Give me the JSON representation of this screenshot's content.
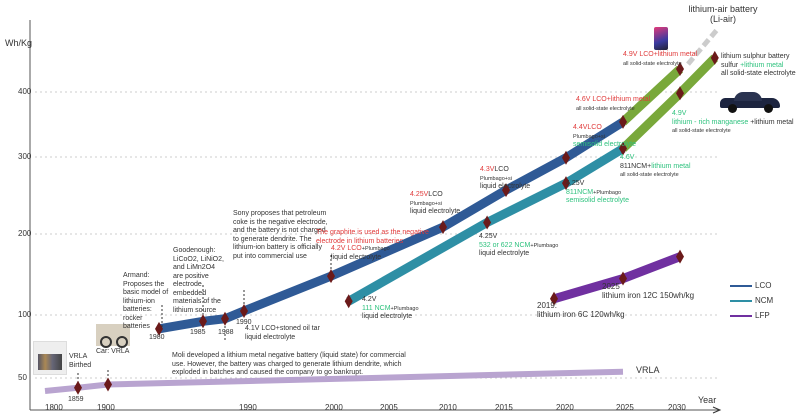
{
  "axes": {
    "y_label": "Wh/Kg",
    "x_label": "Year",
    "y_ticks": [
      "400",
      "300",
      "200",
      "100",
      "50"
    ],
    "x_ticks": [
      "1800",
      "1900",
      "1990",
      "2000",
      "2005",
      "2010",
      "2015",
      "2020",
      "2025",
      "2030"
    ]
  },
  "colors": {
    "LCO": "#2f5a96",
    "NCM": "#2e8fa5",
    "LFP": "#7030a0",
    "VRLA": "#b9a4d0",
    "future": "#79a83a",
    "marker": "#6b1a1a",
    "red": "#e03a3a",
    "green": "#2ec27e"
  },
  "legend": [
    {
      "name": "LCO"
    },
    {
      "name": "NCM"
    },
    {
      "name": "LFP"
    }
  ],
  "vrla_label": "VRLA",
  "year_labels": {
    "y1859": "1859",
    "y1980": "1980",
    "y1985": "1985",
    "y1988": "1988",
    "y1990": "1990"
  },
  "chart_data": {
    "type": "line",
    "ylabel": "Wh/Kg",
    "xlabel": "Year",
    "series": [
      {
        "name": "LCO",
        "points": [
          [
            1980,
            89
          ],
          [
            1985,
            95
          ],
          [
            1988,
            97
          ],
          [
            1990,
            105
          ],
          [
            2000,
            148
          ],
          [
            2010,
            209
          ],
          [
            2015,
            257
          ],
          [
            2020,
            299
          ],
          [
            2025,
            354
          ],
          [
            2030,
            437
          ]
        ]
      },
      {
        "name": "NCM",
        "points": [
          [
            2001.5,
            117
          ],
          [
            2013.5,
            215
          ],
          [
            2020,
            266
          ],
          [
            2025,
            313
          ],
          [
            2030,
            398
          ],
          [
            2033,
            455
          ]
        ]
      },
      {
        "name": "LFP",
        "points": [
          [
            2019,
            120
          ],
          [
            2025,
            145
          ],
          [
            2030,
            172
          ]
        ]
      },
      {
        "name": "VRLA",
        "points": [
          [
            1800,
            42
          ],
          [
            1859,
            44
          ],
          [
            1900,
            46
          ],
          [
            2025,
            55
          ]
        ]
      }
    ],
    "lithium_air_trend": [
      [
        2030,
        445
      ],
      [
        2033,
        500
      ]
    ]
  },
  "annotations": [
    {
      "id": "vrla-birthed",
      "lines": [
        [
          {
            "t": "VRLA"
          }
        ],
        [
          {
            "t": "Birthed"
          }
        ]
      ]
    },
    {
      "id": "car-vrla",
      "lines": [
        [
          {
            "t": "Car: VRLA"
          }
        ]
      ]
    },
    {
      "id": "armand",
      "lines": [
        [
          {
            "t": "Armand:"
          }
        ],
        [
          {
            "t": "Proposes the basic model of lithium-ion batteries: rocker batteries"
          }
        ]
      ]
    },
    {
      "id": "goodenough",
      "lines": [
        [
          {
            "t": "Goodenough: LiCoO2, LiNiO2, and LiMn2O4 are positive electrode embedded materials of the lithium source"
          }
        ]
      ]
    },
    {
      "id": "sony",
      "lines": [
        [
          {
            "t": "Sony proposes that petroleum coke is the negative electrode, and the battery is not charged to generate dendrite. The lithium-ion battery is officially put into commercial use"
          }
        ]
      ]
    },
    {
      "id": "lco-41",
      "lines": [
        [
          {
            "t": "4.1V LCO+stoned oil tar"
          }
        ],
        [
          {
            "t": "liquid electrolyte"
          }
        ]
      ]
    },
    {
      "id": "moli",
      "lines": [
        [
          {
            "t": "Moli developed a lithium metal negative battery (liquid state) for commercial use. However, the battery was charged to generate lithium dendrite, which exploded in batches and caused the company to go bankrupt."
          }
        ]
      ]
    },
    {
      "id": "graphite",
      "lines": [
        [
          {
            "t": "The graphite is used as the negative electrode in lithium batteries",
            "c": "red"
          }
        ]
      ]
    },
    {
      "id": "lco-42",
      "lines": [
        [
          {
            "t": "4.2V LCO",
            "c": "red"
          },
          {
            "t": "+Plumbago",
            "s": 1
          }
        ],
        [
          {
            "t": "liquid electrolyte"
          }
        ]
      ]
    },
    {
      "id": "ncm-42",
      "lines": [
        [
          {
            "t": "4.2V"
          }
        ],
        [
          {
            "t": "111 NCM",
            "c": "green"
          },
          {
            "t": "+Plumbago",
            "s": 1
          }
        ],
        [
          {
            "t": "liquid electrolyte"
          }
        ]
      ]
    },
    {
      "id": "lco-425",
      "lines": [
        [
          {
            "t": "4.25V",
            "c": "red"
          },
          {
            "t": "LCO"
          }
        ],
        [
          {
            "t": "Plumbago+si",
            "s": 1
          }
        ],
        [
          {
            "t": "liquid electrolyte"
          }
        ]
      ]
    },
    {
      "id": "ncm-425",
      "lines": [
        [
          {
            "t": "4.25V"
          }
        ],
        [
          {
            "t": "532 or 622 NCM",
            "c": "green"
          },
          {
            "t": "+Plumbago",
            "s": 1
          }
        ],
        [
          {
            "t": "liquid electrolyte"
          }
        ]
      ]
    },
    {
      "id": "lco-43",
      "lines": [
        [
          {
            "t": "4.3V",
            "c": "red"
          },
          {
            "t": "LCO"
          }
        ],
        [
          {
            "t": "Plumbago+si",
            "s": 1
          }
        ],
        [
          {
            "t": "liquid electrolyte"
          }
        ]
      ]
    },
    {
      "id": "lco-44",
      "lines": [
        [
          {
            "t": "4.4VLCO",
            "c": "red"
          }
        ],
        [
          {
            "t": "Plumbago+si",
            "s": 1
          }
        ],
        [
          {
            "t": "semisolid electrolyte",
            "c": "green"
          }
        ]
      ]
    },
    {
      "id": "ncm-425b",
      "lines": [
        [
          {
            "t": "4.25V"
          }
        ],
        [
          {
            "t": "811NCM",
            "c": "green"
          },
          {
            "t": "+Plumbago",
            "s": 1
          }
        ],
        [
          {
            "t": "semisolid electrolyte",
            "c": "green"
          }
        ]
      ]
    },
    {
      "id": "lco-46",
      "lines": [
        [
          {
            "t": "4.6V LCO+lithium metal",
            "c": "red"
          }
        ],
        [
          {
            "t": "all solid-state electrolyte",
            "s": 1
          }
        ]
      ]
    },
    {
      "id": "ncm-46",
      "lines": [
        [
          {
            "t": "4.6V",
            "c": "green"
          }
        ],
        [
          {
            "t": "811NCM+"
          },
          {
            "t": "lithium metal",
            "c": "green"
          }
        ],
        [
          {
            "t": "all solid-state electrolyte",
            "s": 1
          }
        ]
      ]
    },
    {
      "id": "lco-49",
      "lines": [
        [
          {
            "t": "4.9V LCO+lithium metal",
            "c": "red"
          }
        ],
        [
          {
            "t": "all solid-state electrolyte",
            "s": 1
          }
        ]
      ]
    },
    {
      "id": "ncm-49",
      "lines": [
        [
          {
            "t": "4.9V",
            "c": "green"
          }
        ],
        [
          {
            "t": "lithium - rich manganese ",
            "c": "green"
          },
          {
            "t": "+lithium metal"
          }
        ],
        [
          {
            "t": "all solid-state electrolyte",
            "s": 1
          }
        ]
      ]
    },
    {
      "id": "li-s",
      "lines": [
        [
          {
            "t": "lithium sulphur battery"
          }
        ],
        [
          {
            "t": "sulfur "
          },
          {
            "t": "+lithium metal",
            "c": "green"
          }
        ],
        [
          {
            "t": "all solid-state electrolyte"
          }
        ]
      ]
    },
    {
      "id": "li-air",
      "lines": [
        [
          {
            "t": "lithium-air battery"
          }
        ],
        [
          {
            "t": "(Li-air)"
          }
        ]
      ]
    },
    {
      "id": "lfp-2025",
      "lines": [
        [
          {
            "t": "2025"
          }
        ],
        [
          {
            "t": "lithium iron 12C 150wh/kg"
          }
        ]
      ]
    },
    {
      "id": "lfp-2019",
      "lines": [
        [
          {
            "t": "2019:"
          }
        ],
        [
          {
            "t": "lithium iron 6C 120wh/kg"
          }
        ]
      ]
    }
  ]
}
